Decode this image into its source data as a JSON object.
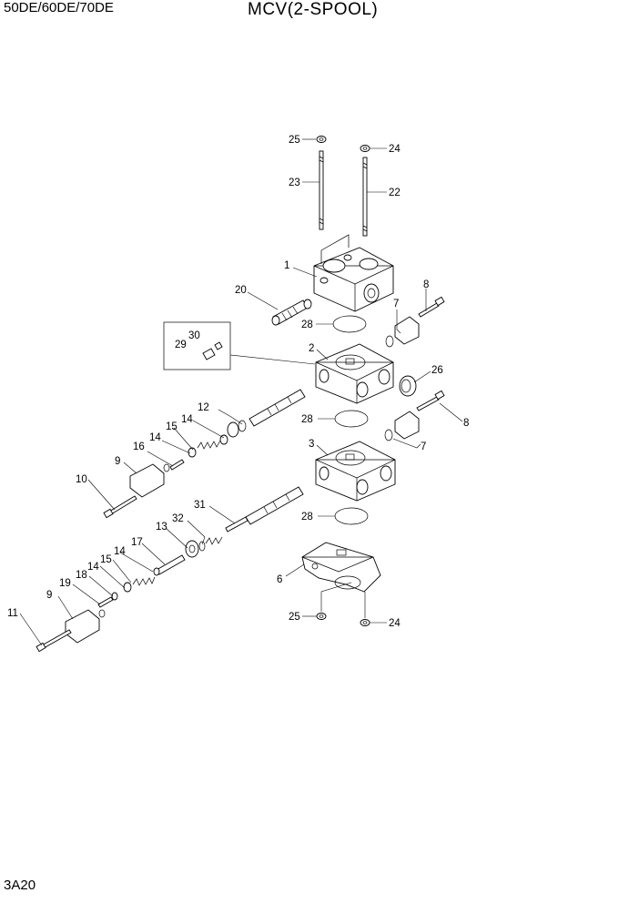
{
  "header": {
    "model": "50DE/60DE/70DE",
    "title": "MCV(2-SPOOL)",
    "page_number": "3A20"
  },
  "callouts": {
    "c25a": "25",
    "c24a": "24",
    "c23": "23",
    "c22": "22",
    "c1": "1",
    "c20": "20",
    "c8a": "8",
    "c7a": "7",
    "c28a": "28",
    "c30": "30",
    "c29": "29",
    "c2": "2",
    "c26": "26",
    "c12": "12",
    "c14a": "14",
    "c15a": "15",
    "c28b": "28",
    "c8b": "8",
    "c7b": "7",
    "c14b": "14",
    "c16": "16",
    "c3": "3",
    "c9a": "9",
    "c10": "10",
    "c31": "31",
    "c28c": "28",
    "c32": "32",
    "c13": "13",
    "c17": "17",
    "c14c": "14",
    "c15b": "15",
    "c14d": "14",
    "c18": "18",
    "c19": "19",
    "c9b": "9",
    "c6": "6",
    "c11": "11",
    "c25b": "25",
    "c24b": "24"
  }
}
